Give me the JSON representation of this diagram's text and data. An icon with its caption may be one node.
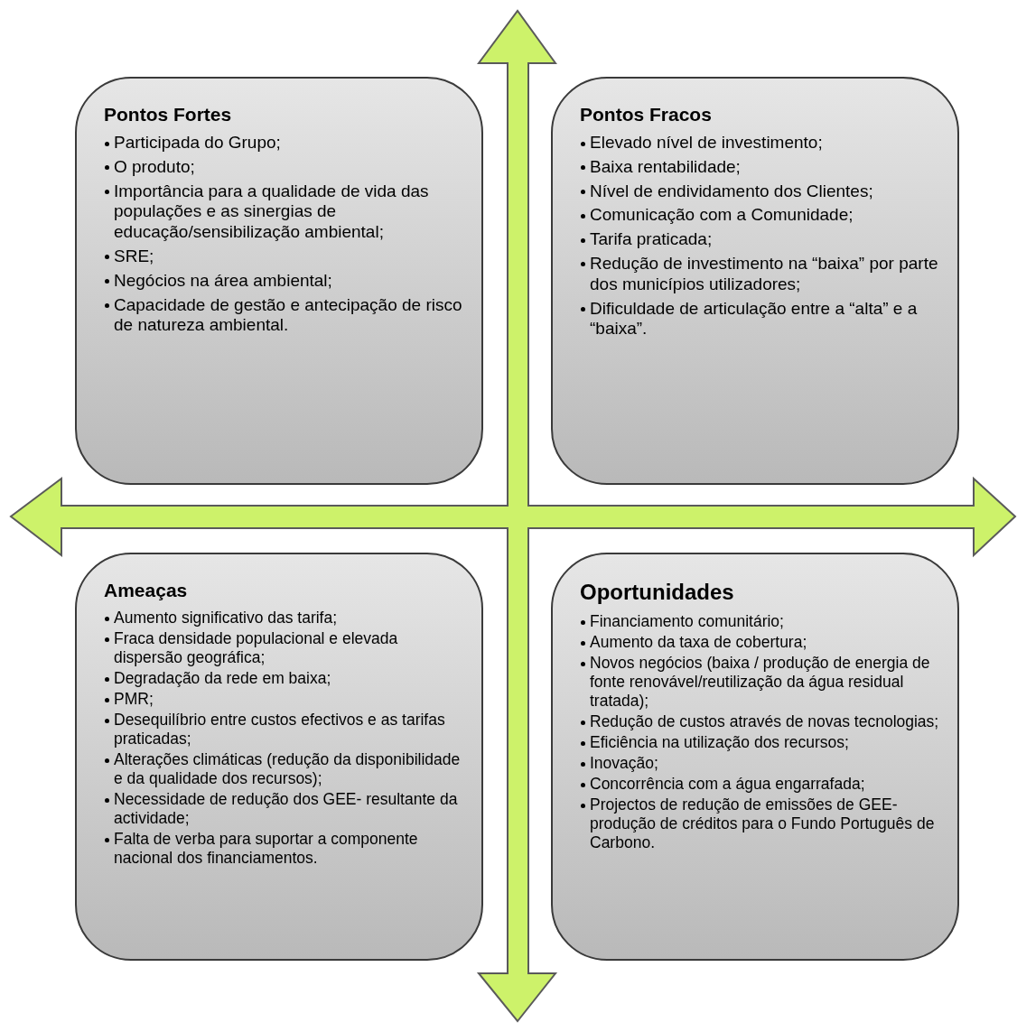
{
  "diagram": {
    "nodes": [
      {
        "text": [
          "Pontos Fortes",
          "Participada do Grupo;",
          "O produto;",
          "Importância para a qualidade de vida das populações e as sinergias de educação/sensibilização ambiental;",
          "SRE;",
          "Negócios na área ambiental;",
          "Capacidade de gestão e antecipação de risco de natureza ambiental."
        ]
      },
      {
        "text": [
          "Pontos Fracos",
          "Elevado nível de investimento;",
          "Baixa rentabilidade;",
          "Nível de endividamento dos Clientes;",
          "Comunicação com a Comunidade;",
          "Tarifa praticada;",
          "Redução de investimento na “baixa” por parte dos municípios utilizadores;",
          "Dificuldade de articulação entre a “alta” e a “baixa”."
        ]
      },
      {
        "text": [
          "Ameaças",
          " Aumento significativo das tarifa;",
          "Fraca densidade populacional e elevada dispersão geográfica;",
          " Degradação da rede em baixa;",
          "PMR;",
          " Desequilíbrio entre custos efectivos e as tarifas praticadas;",
          " Alterações climáticas (redução da disponibilidade e da qualidade dos recursos);",
          "Necessidade de redução dos GEE- resultante da actividade;",
          "Falta de verba para suportar a componente nacional dos financiamentos."
        ]
      },
      {
        "text": [
          "Oportunidades",
          "Financiamento comunitário;",
          "Aumento da taxa de cobertura;",
          "Novos negócios (baixa / produção de energia de fonte renovável/reutilização da água residual tratada);",
          "Redução de custos através de novas tecnologias;",
          "Eficiência na utilização dos recursos;",
          "Inovação;",
          "Concorrência com a água engarrafada;",
          "Projectos de redução de emissões de GEE- produção de créditos para o Fundo Português de Carbono."
        ]
      }
    ]
  }
}
